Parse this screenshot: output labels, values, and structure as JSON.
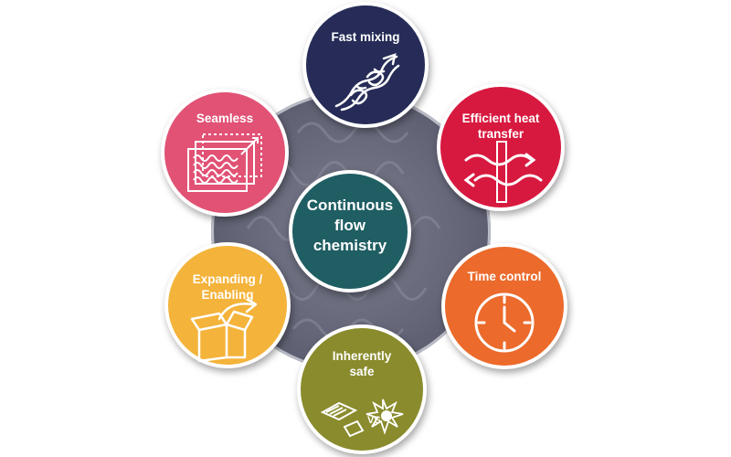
{
  "diagram": {
    "center": {
      "label": "Continuous\nflow\nchemistry",
      "color": "#1f5e62"
    },
    "nodes": [
      {
        "id": "fast-mixing",
        "label": "Fast mixing",
        "color": "#262c57",
        "icon": "mixing-swirl-icon"
      },
      {
        "id": "efficient-heat-transfer",
        "label": "Efficient heat\ntransfer",
        "color": "#d8193f",
        "icon": "heat-exchange-icon"
      },
      {
        "id": "time-control",
        "label": "Time control",
        "color": "#ec6a2b",
        "icon": "clock-icon"
      },
      {
        "id": "inherently-safe",
        "label": "Inherently\nsafe",
        "color": "#8a8b2c",
        "icon": "chip-vs-explosion-icon",
        "icon_text": "VS"
      },
      {
        "id": "expanding-enabling",
        "label": "Expanding /\nEnabling",
        "color": "#f4b33a",
        "icon": "open-box-arrow-icon"
      },
      {
        "id": "seamless",
        "label": "Seamless",
        "color": "#e15275",
        "icon": "stacked-chips-icon"
      }
    ],
    "backdrop_color": "#656779"
  }
}
